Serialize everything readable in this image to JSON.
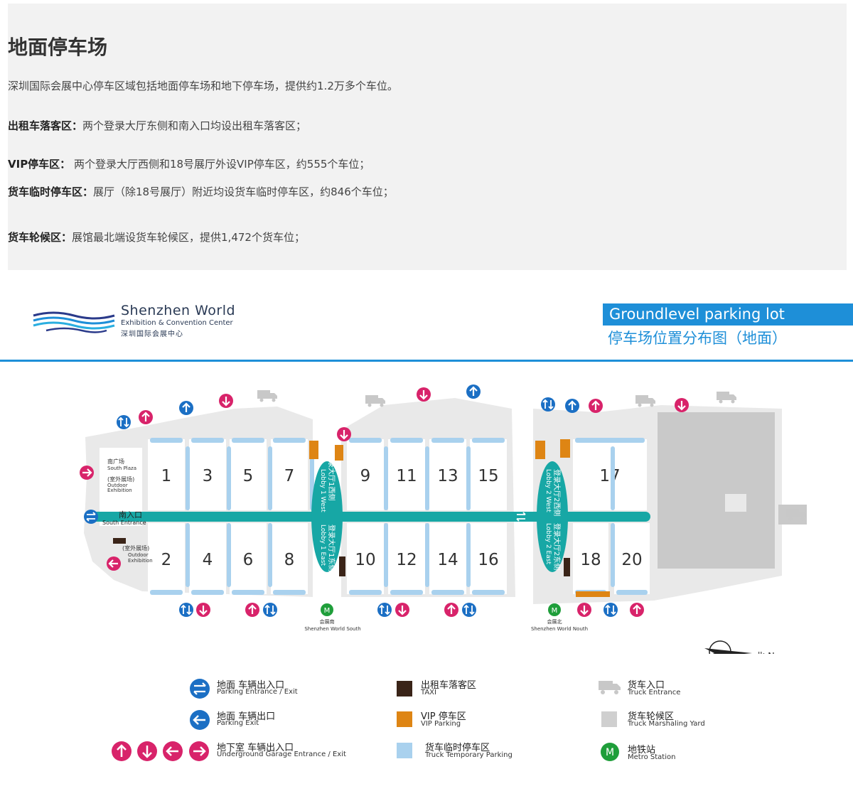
{
  "info": {
    "title": "地面停车场",
    "intro": "深圳国际会展中心停车区域包括地面停车场和地下停车场，提供约1.2万多个车位。",
    "items": [
      {
        "label": "出租车落客区：",
        "text": "两个登录大厅东侧和南入口均设出租车落客区；"
      },
      {
        "label": "VIP停车区：",
        "text": " 两个登录大厅西侧和18号展厅外设VIP停车区，约555个车位；"
      },
      {
        "label": "货车临时停车区：",
        "text": "展厅（除18号展厅）附近均设货车临时停车区，约846个车位；"
      },
      {
        "label": "货车轮候区：",
        "text": "展馆最北端设货车轮候区，提供1,472个货车位；"
      }
    ]
  },
  "brand": {
    "name": "Shenzhen World",
    "sub_en": "Exhibition & Convention Center",
    "sub_cn": "深圳国际会展中心"
  },
  "map_header": {
    "title_en": "Groundlevel parking lot",
    "title_cn": "停车场位置分布图（地面）"
  },
  "map": {
    "halls_top": [
      "1",
      "3",
      "5",
      "7",
      "9",
      "11",
      "13",
      "15",
      "17"
    ],
    "halls_bottom": [
      "2",
      "4",
      "6",
      "8",
      "10",
      "12",
      "14",
      "16",
      "18",
      "20"
    ],
    "south_plaza_cn": "南广场",
    "south_plaza_en": "South Plaza",
    "outdoor_cn": "(室外展场)",
    "outdoor_en1": "Outdoor",
    "outdoor_en2": "Exhibition",
    "south_entrance_cn": "南入口",
    "south_entrance_en": "South Entrance",
    "lobby1_west_cn": "登录大厅1西侧",
    "lobby1_west_en": "Lobby 1 West",
    "lobby1_east_cn": "登录大厅1东侧",
    "lobby1_east_en": "Lobby 1 East",
    "lobby2_west_cn": "登录大厅2西侧",
    "lobby2_west_en": "Lobby 2 West",
    "lobby2_east_cn": "登录大厅2东侧",
    "lobby2_east_en": "Lobby 2 East",
    "metro_south_cn": "会展南",
    "metro_south_en": "Shenzhen World South",
    "metro_north_cn": "会展北",
    "metro_north_en": "Shenzhen World Nouth",
    "compass_label": "北 N"
  },
  "legend": {
    "parking_entrance_exit_cn": "地面 车辆出入口",
    "parking_entrance_exit_en": "Parking Entrance / Exit",
    "parking_exit_cn": "地面 车辆出口",
    "parking_exit_en": "Parking Exit",
    "underground_cn": "地下室 车辆出入口",
    "underground_en": "Underground Garage Entrance / Exit",
    "taxi_cn": "出租车落客区",
    "taxi_en": "TAXI",
    "vip_cn": "VIP 停车区",
    "vip_en": "VIP Parking",
    "truck_temp_cn": "货车临时停车区",
    "truck_temp_en": "Truck Temporary Parking",
    "truck_entrance_cn": "货车入口",
    "truck_entrance_en": "Truck Entrance",
    "truck_yard_cn": "货车轮候区",
    "truck_yard_en": "Truck Marshaling Yard",
    "metro_cn": "地铁站",
    "metro_en": "Metro Station"
  },
  "colors": {
    "accent_blue": "#1e8fd8",
    "teal": "#17a7a5",
    "taxi": "#3a2418",
    "vip": "#de8514",
    "truck_parking": "#a9d1ee",
    "yard": "#cfcfcf",
    "underground": "#d8236a",
    "ground_blue": "#1b6fc4",
    "metro": "#1f9e3a"
  }
}
